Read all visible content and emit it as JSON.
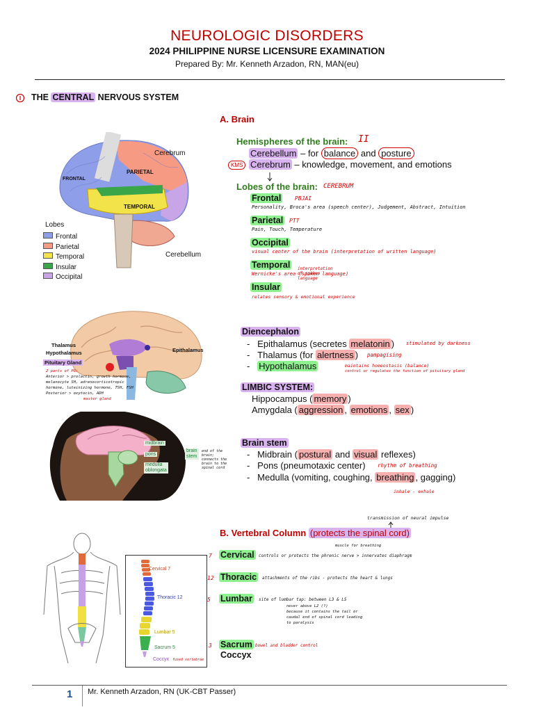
{
  "header": {
    "title": "NEUROLOGIC DISORDERS",
    "subtitle": "2024 PHILIPPINE NURSE LICENSURE EXAMINATION",
    "author": "Prepared By: Mr. Kenneth Arzadon, RN, MAN(eu)"
  },
  "section1": {
    "prefix": "THE ",
    "highlight": "CENTRAL",
    "suffix": " NERVOUS SYSTEM"
  },
  "brain": {
    "heading": "A.  Brain",
    "hemispheres_label": "Hemispheres of the brain:",
    "hemispheres_note": "II",
    "cerebellum": "Cerebellum",
    "cerebellum_text_1": " – for ",
    "cerebellum_balance": "balance",
    "cerebellum_and": " and ",
    "cerebellum_posture": "posture",
    "cerebrum_badge": "KMS",
    "cerebrum": "Cerebrum",
    "cerebrum_text": " – knowledge, movement, and emotions",
    "lobes_label": "Lobes of the brain:",
    "lobes_note": "CEREBRUM",
    "lobes": [
      {
        "name": "Frontal",
        "note": "PBJAI",
        "desc": "Personality, Broca's area (speech center), Judgement, Abstract, Intuition"
      },
      {
        "name": "Parietal",
        "note": "PTT",
        "desc": "Pain, Touch, Temperature"
      },
      {
        "name": "Occipital",
        "note": "",
        "desc": "visual center of the brain (interpretation of written language)"
      },
      {
        "name": "Temporal",
        "note": "interpretation of spoken language",
        "desc": "Wernicke's area (spoken language)"
      },
      {
        "name": "Insular",
        "note": "",
        "desc": "relates sensory & emotional experience"
      }
    ]
  },
  "brain_figure": {
    "cerebrum": "Cerebrum",
    "parietal": "PARIETAL",
    "frontal": "FRONTAL",
    "temporal": "TEMPORAL",
    "cerebellum": "Cerebellum",
    "legend_title": "Lobes",
    "legend": [
      {
        "label": "Frontal",
        "color": "#8e9ee8"
      },
      {
        "label": "Parietal",
        "color": "#f79a84"
      },
      {
        "label": "Temporal",
        "color": "#f3e34a"
      },
      {
        "label": "Insular",
        "color": "#3aa64a"
      },
      {
        "label": "Occipital",
        "color": "#c7a5e6"
      }
    ]
  },
  "dience_figure": {
    "thalamus": "Thalamus",
    "hypothalamus": "Hypothalamus",
    "epithalamus": "Epithalamus",
    "pituitary": "Pituitary Gland",
    "notes": [
      "2 parts of PG:",
      "Anterior > prolactin, growth hormone,",
      "melanocyte SH, adrenocorticotropic",
      "hormone, luteinizing hormone, TSH, FSH",
      "Posterior > oxytocin, ADH"
    ],
    "redline": "master gland"
  },
  "diencephalon": {
    "heading": "Diencephalon",
    "items": [
      {
        "prefix": "Epithalamus (secretes ",
        "hl": "melatonin",
        "suffix": ")",
        "note": "stimulated by darkness"
      },
      {
        "prefix": "Thalamus (for ",
        "hl": "alertness",
        "suffix": ")",
        "note": "pampagising"
      },
      {
        "prefix": "",
        "hl": "Hypothalamus",
        "suffix": "",
        "note": "maintains homeostasis (balance)",
        "note2": "control or regulates the function of pituitary gland"
      }
    ]
  },
  "limbic": {
    "heading": "LIMBIC SYSTEM:",
    "hippo_prefix": "Hippocampus (",
    "hippo_hl": "memory",
    "hippo_suffix": ")",
    "amyg_prefix": "Amygdala (",
    "amyg_hl1": "aggression",
    "amyg_sep1": ", ",
    "amyg_hl2": "emotions",
    "amyg_sep2": ", ",
    "amyg_hl3": "sex",
    "amyg_suffix": ")"
  },
  "stem_figure": {
    "midbrain": "midbrain",
    "pons": "pons",
    "medulla": "medulla",
    "oblongata": "oblongata",
    "brain": "brain",
    "stem": "stem",
    "note": "end of the brain; connects the brain to the spinal cord"
  },
  "brainstem": {
    "heading": "Brain stem",
    "midbrain_prefix": "Midbrain (",
    "midbrain_hl1": "postural",
    "midbrain_and": " and ",
    "midbrain_hl2": "visual",
    "midbrain_suffix": " reflexes)",
    "pons": "Pons (pneumotaxic center)",
    "pons_note": "rhythm of breathing",
    "medulla_prefix": "Medulla (vomiting, coughing, ",
    "medulla_hl": "breathing",
    "medulla_suffix": ", gagging)",
    "medulla_note": "inhale - exhale"
  },
  "vertebral": {
    "top_note": "transmission of neural impulse",
    "heading": "B.  Vertebral Column ",
    "heading_hl": "(protects the spinal cord)",
    "muscle_note": "muscle for breathing",
    "items": [
      {
        "count": "7",
        "name": "Cervical",
        "note": "controls or protects the phrenic nerve > innervates diaphragm"
      },
      {
        "count": "12",
        "name": "Thoracic",
        "note": "attachments of the ribs - protects the heart & lungs"
      },
      {
        "count": "5",
        "name": "Lumbar",
        "note": "site of lumbar tap: between L3 & L5"
      }
    ],
    "lumbar_notes": [
      "never above L2 (?)",
      "because it contains the tail or",
      "caudal end of spinal cord leading",
      "to paralysis"
    ],
    "sacrum_count": "3",
    "sacrum": "Sacrum",
    "sacrum_note": "bowel and bladder control",
    "coccyx": "Coccyx"
  },
  "spine_figure": {
    "cervical": "Cervical 7",
    "thoracic": "Thoracic 12",
    "lumbar": "Lumbar 5",
    "sacrum": "Sacrum 5",
    "coccyx": "Coccyx",
    "coccyx_note": "fused vertebrae"
  },
  "footer": {
    "page": "1",
    "text": "Mr. Kenneth Arzadon, RN (UK-CBT Passer)"
  }
}
